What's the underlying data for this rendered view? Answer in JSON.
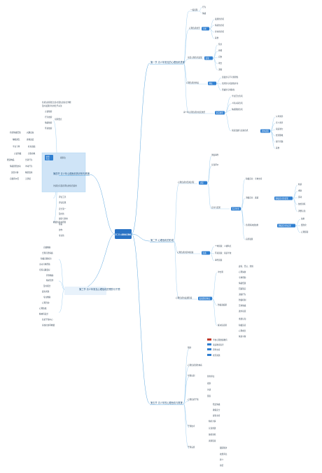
{
  "root": {
    "label": "第二章 心理危机与救援"
  },
  "branches": [
    {
      "id": "b1",
      "label": "第一节 青少年常见的心理危机表现"
    },
    {
      "id": "b2",
      "label": "第二节 心理危机的形成"
    },
    {
      "id": "b3",
      "label": "第三节 青少年常见心理危机的预防与干预"
    },
    {
      "id": "b4",
      "label": "第四节 青少年心理危机的识别与救援"
    },
    {
      "id": "b5",
      "label": "第五节 青少年的心理危机与救援"
    }
  ],
  "colors": {
    "root": "#2a73c4",
    "node": "#2f7fd1",
    "line": "#5aa7e0",
    "highlight": "#cfe4f7"
  }
}
